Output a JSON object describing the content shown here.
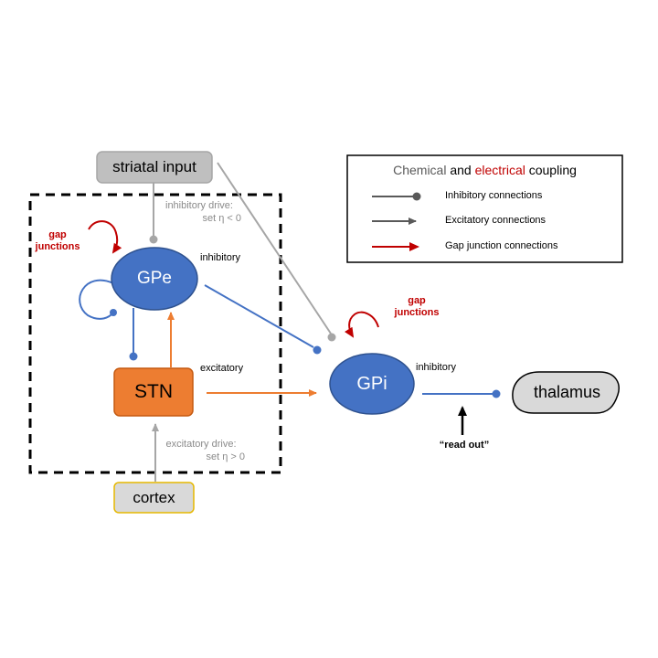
{
  "nodes": {
    "striatal_input": "striatal input",
    "gpe": "GPe",
    "stn": "STN",
    "gpi": "GPi",
    "cortex": "cortex",
    "thalamus": "thalamus"
  },
  "labels": {
    "inhibitory_drive_line1": "inhibitory drive:",
    "inhibitory_drive_line2": "set η < 0",
    "excitatory_drive_line1": "excitatory drive:",
    "excitatory_drive_line2": "set η > 0",
    "gpe_type": "inhibitory",
    "stn_type": "excitatory",
    "gpi_type": "inhibitory",
    "gap_left_line1": "gap",
    "gap_left_line2": "junctions",
    "gap_right_line1": "gap",
    "gap_right_line2": "junctions",
    "read_out": "“read out”"
  },
  "legend": {
    "title_chemical": "Chemical",
    "title_and": "and",
    "title_electrical": "electrical",
    "title_coupling": "coupling",
    "items": [
      {
        "label": "Inhibitory connections",
        "kind": "inhibitory"
      },
      {
        "label": "Excitatory connections",
        "kind": "excitatory"
      },
      {
        "label": "Gap junction connections",
        "kind": "gap"
      }
    ]
  },
  "colors": {
    "blue": "#4472c4",
    "orange": "#ed7d31",
    "gray": "#a6a6a6",
    "red": "#c00000",
    "dark_gray": "#595959"
  }
}
